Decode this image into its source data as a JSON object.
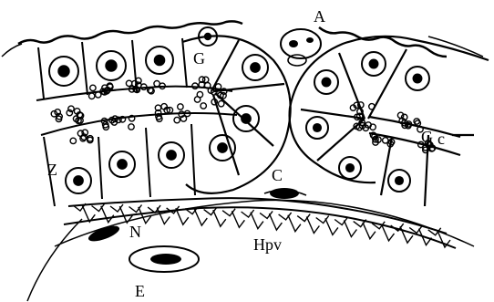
{
  "labels": {
    "A": "A",
    "G_left": "G",
    "G_right": "G",
    "c": "c",
    "Z": "Z",
    "C": "C",
    "N": "N",
    "Hpv": "Hpv",
    "E": "E"
  },
  "colors": {
    "ink": "#000000",
    "paper": "#ffffff"
  }
}
